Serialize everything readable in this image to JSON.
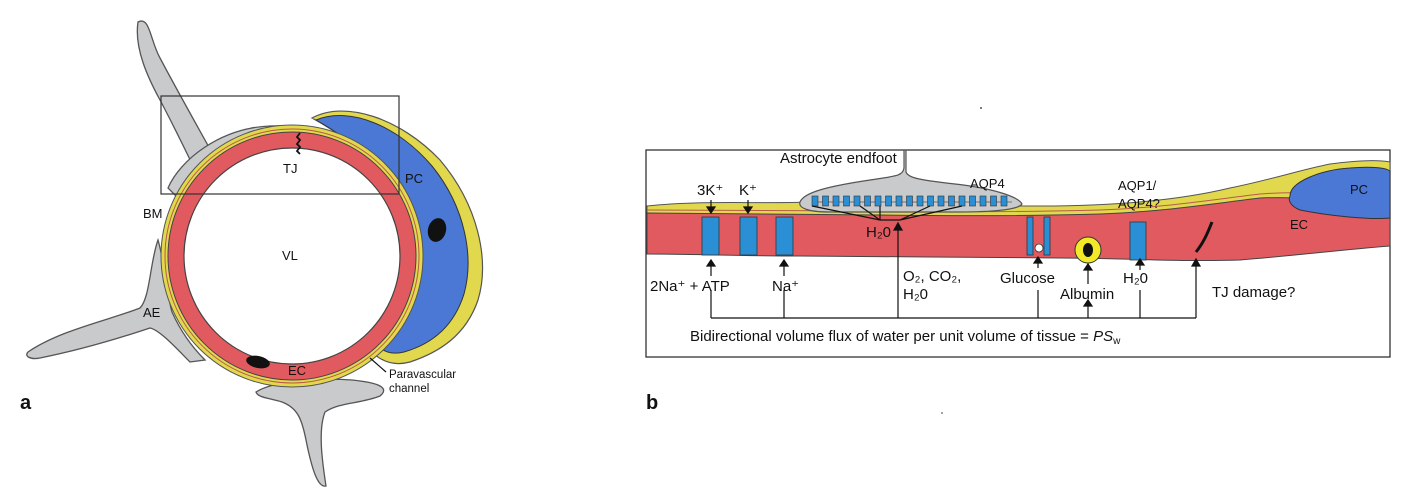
{
  "panel_a": {
    "panel_label": "a",
    "labels": {
      "tj": "TJ",
      "pc": "PC",
      "bm": "BM",
      "vl": "VL",
      "ae": "AE",
      "ec": "EC",
      "paravascular_line1": "Paravascular",
      "paravascular_line2": "channel"
    }
  },
  "panel_b": {
    "panel_label": "b",
    "labels": {
      "astrocyte_endfoot": "Astrocyte endfoot",
      "aqp4": "AQP4",
      "k3": "3K⁺",
      "k": "K⁺",
      "h2o_center": "H₂0",
      "aqp1_line1": "AQP1/",
      "aqp1_line2": "AQP4?",
      "pc": "PC",
      "ec": "EC",
      "na_atp": "2Na⁺ + ATP",
      "na": "Na⁺",
      "o2_line1": "O₂, CO₂,",
      "o2_line2": "H₂0",
      "glucose": "Glucose",
      "albumin": "Albumin",
      "h2o_right": "H₂0",
      "tj_damage": "TJ damage?",
      "bottom_caption_main": "Bidirectional volume flux of water per unit volume of tissue = ",
      "bottom_caption_ps": "PS",
      "bottom_caption_sub": "w"
    }
  },
  "colors": {
    "endothelium": "#e15a5f",
    "pericyte": "#4a78d4",
    "basement_membrane": "#e8d84a",
    "astrocyte": "#c9cacc",
    "channel": "#2a8fd4",
    "outline": "#333333"
  }
}
